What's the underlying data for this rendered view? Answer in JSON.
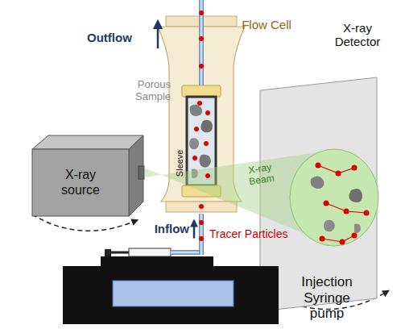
{
  "diagram": {
    "nodes": [
      {
        "text": [
          "X-ray source"
        ]
      },
      {
        "text": [
          "Flow Cell"
        ]
      },
      {
        "text": [
          "X-ray Detector"
        ]
      },
      {
        "text": [
          "Injection Syringe pump"
        ]
      }
    ],
    "edges": [
      {
        "from": 3,
        "to": 1,
        "arrow": "to",
        "label": "Inflow"
      }
    ],
    "labels": [
      "Outflow",
      "Porous Sample",
      "Sleeve",
      "X-ray Beam",
      "Tracer Particles"
    ]
  }
}
